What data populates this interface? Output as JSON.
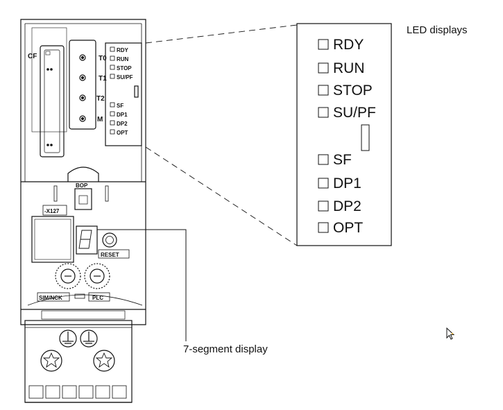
{
  "labels": {
    "led_displays": "LED displays",
    "seven_segment": "7-segment display"
  },
  "device": {
    "side_label_cf": "CF",
    "terminals": [
      "T0",
      "T1",
      "T2",
      "M"
    ],
    "leds_top": [
      "RDY",
      "RUN",
      "STOP",
      "SU/PF"
    ],
    "leds_bottom": [
      "SF",
      "DP1",
      "DP2",
      "OPT"
    ],
    "bop_label": "BOP",
    "interface_label": "-X127",
    "reset_label": "RESET",
    "sim_label": "SIM/NCK",
    "plc_label": "PLC"
  },
  "callout": {
    "leds_top": [
      "RDY",
      "RUN",
      "STOP",
      "SU/PF"
    ],
    "leds_bottom": [
      "SF",
      "DP1",
      "DP2",
      "OPT"
    ]
  },
  "colors": {
    "line": "#111111",
    "background": "#ffffff"
  }
}
